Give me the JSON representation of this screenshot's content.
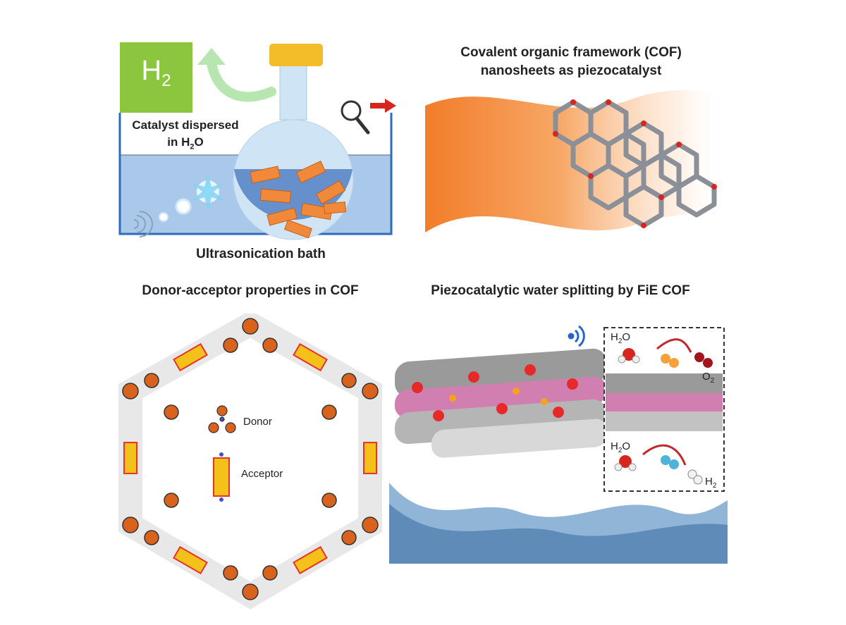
{
  "top_left": {
    "h2_label": "H",
    "h2_sub": "2",
    "dispersed_line1": "Catalyst dispersed",
    "dispersed_line2_prefix": "in H",
    "dispersed_line2_sub": "2",
    "dispersed_line2_suffix": "O",
    "bath_label": "Ultrasonication bath"
  },
  "top_right": {
    "title_line1": "Covalent organic framework (COF)",
    "title_line2": "nanosheets as piezocatalyst"
  },
  "bottom_left": {
    "title": "Donor-acceptor properties in COF",
    "donor_label": "Donor",
    "acceptor_label": "Acceptor"
  },
  "bottom_right": {
    "title": "Piezocatalytic water splitting by FiE COF",
    "h2o_top_prefix": "H",
    "h2o_top_sub": "2",
    "h2o_top_suffix": "O",
    "o2_prefix": "O",
    "o2_sub": "2",
    "h2o_bottom_prefix": "H",
    "h2o_bottom_sub": "2",
    "h2o_bottom_suffix": "O",
    "h2_prefix": "H",
    "h2_sub": "2"
  },
  "colors": {
    "h2_box": "#8cc63f",
    "water": "#a9c8ea",
    "flake": "#f08a3a",
    "sheet_orange": "#f27d2a",
    "bath_border": "#2e6bb8",
    "acceptor_red": "#e8332a",
    "donor_orange": "#d9631c",
    "arrow_red": "#d7261e",
    "pink_layer": "#d17fb0"
  }
}
